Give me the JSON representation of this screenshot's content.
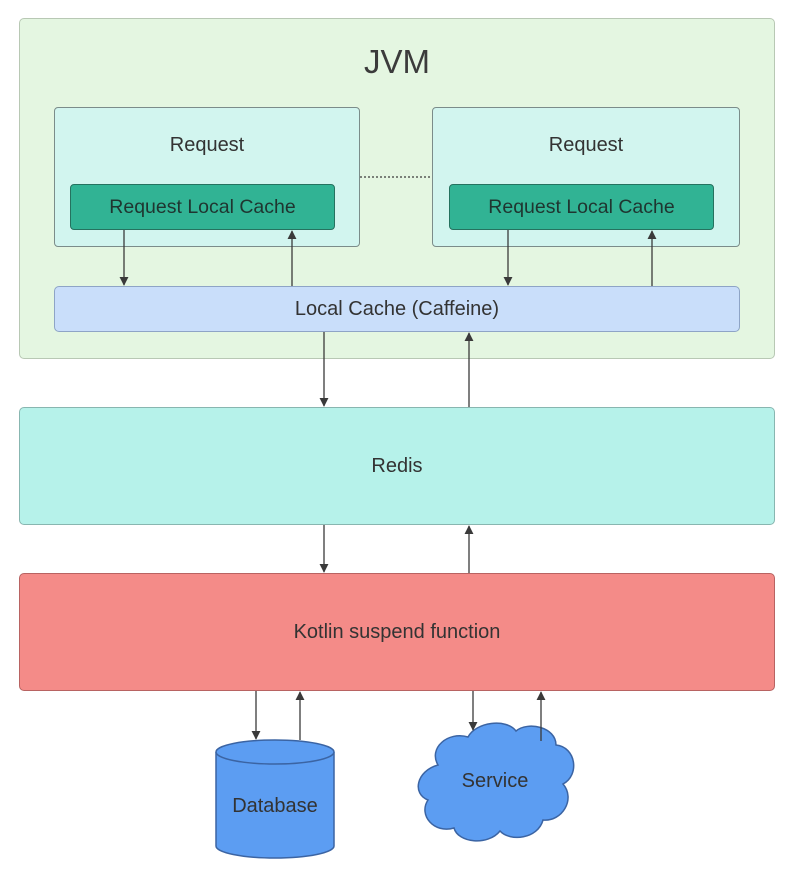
{
  "jvm": {
    "title": "JVM"
  },
  "requests": [
    {
      "title": "Request",
      "local_cache_label": "Request Local Cache"
    },
    {
      "title": "Request",
      "local_cache_label": "Request Local Cache"
    }
  ],
  "local_cache": {
    "label": "Local Cache (Caffeine)"
  },
  "redis": {
    "label": "Redis"
  },
  "kotlin": {
    "label": "Kotlin suspend function"
  },
  "database": {
    "label": "Database"
  },
  "service": {
    "label": "Service"
  },
  "colors": {
    "jvm_fill": "#e4f6e1",
    "request_fill": "#d2f5ef",
    "request_cache_fill": "#31b394",
    "local_cache_fill": "#c9defa",
    "redis_fill": "#b6f2ea",
    "kotlin_fill": "#f48b88",
    "database_fill": "#5c9df2",
    "service_fill": "#5c9df2",
    "arrow": "#3a3a3a"
  }
}
